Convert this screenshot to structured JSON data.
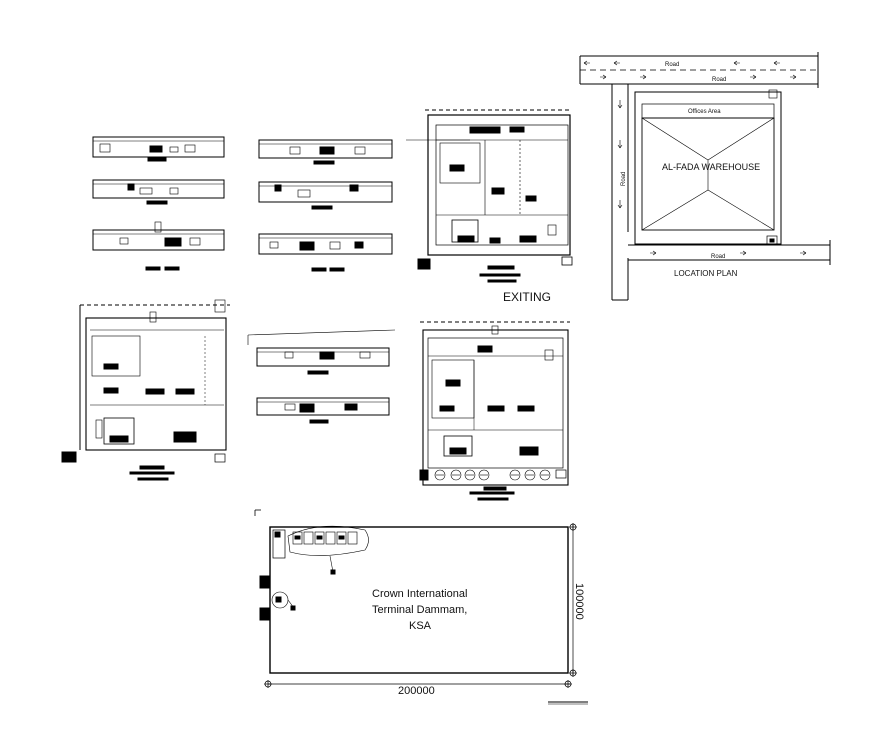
{
  "location_plan": {
    "road_top": "Road",
    "road_mid": "Road",
    "road_left": "Road",
    "road_bottom": "Road",
    "offices_area": "Offices Area",
    "warehouse_name": "AL-FADA WAREHOUSE",
    "caption": "LOCATION PLAN"
  },
  "existing_caption": "EXITING",
  "site_plan": {
    "name_line1": "Crown International",
    "name_line2": "Terminal Dammam,",
    "name_line3": "KSA",
    "width_dim": "200000",
    "height_dim": "100000"
  },
  "colors": {
    "ink": "#000000",
    "paper": "#ffffff"
  }
}
